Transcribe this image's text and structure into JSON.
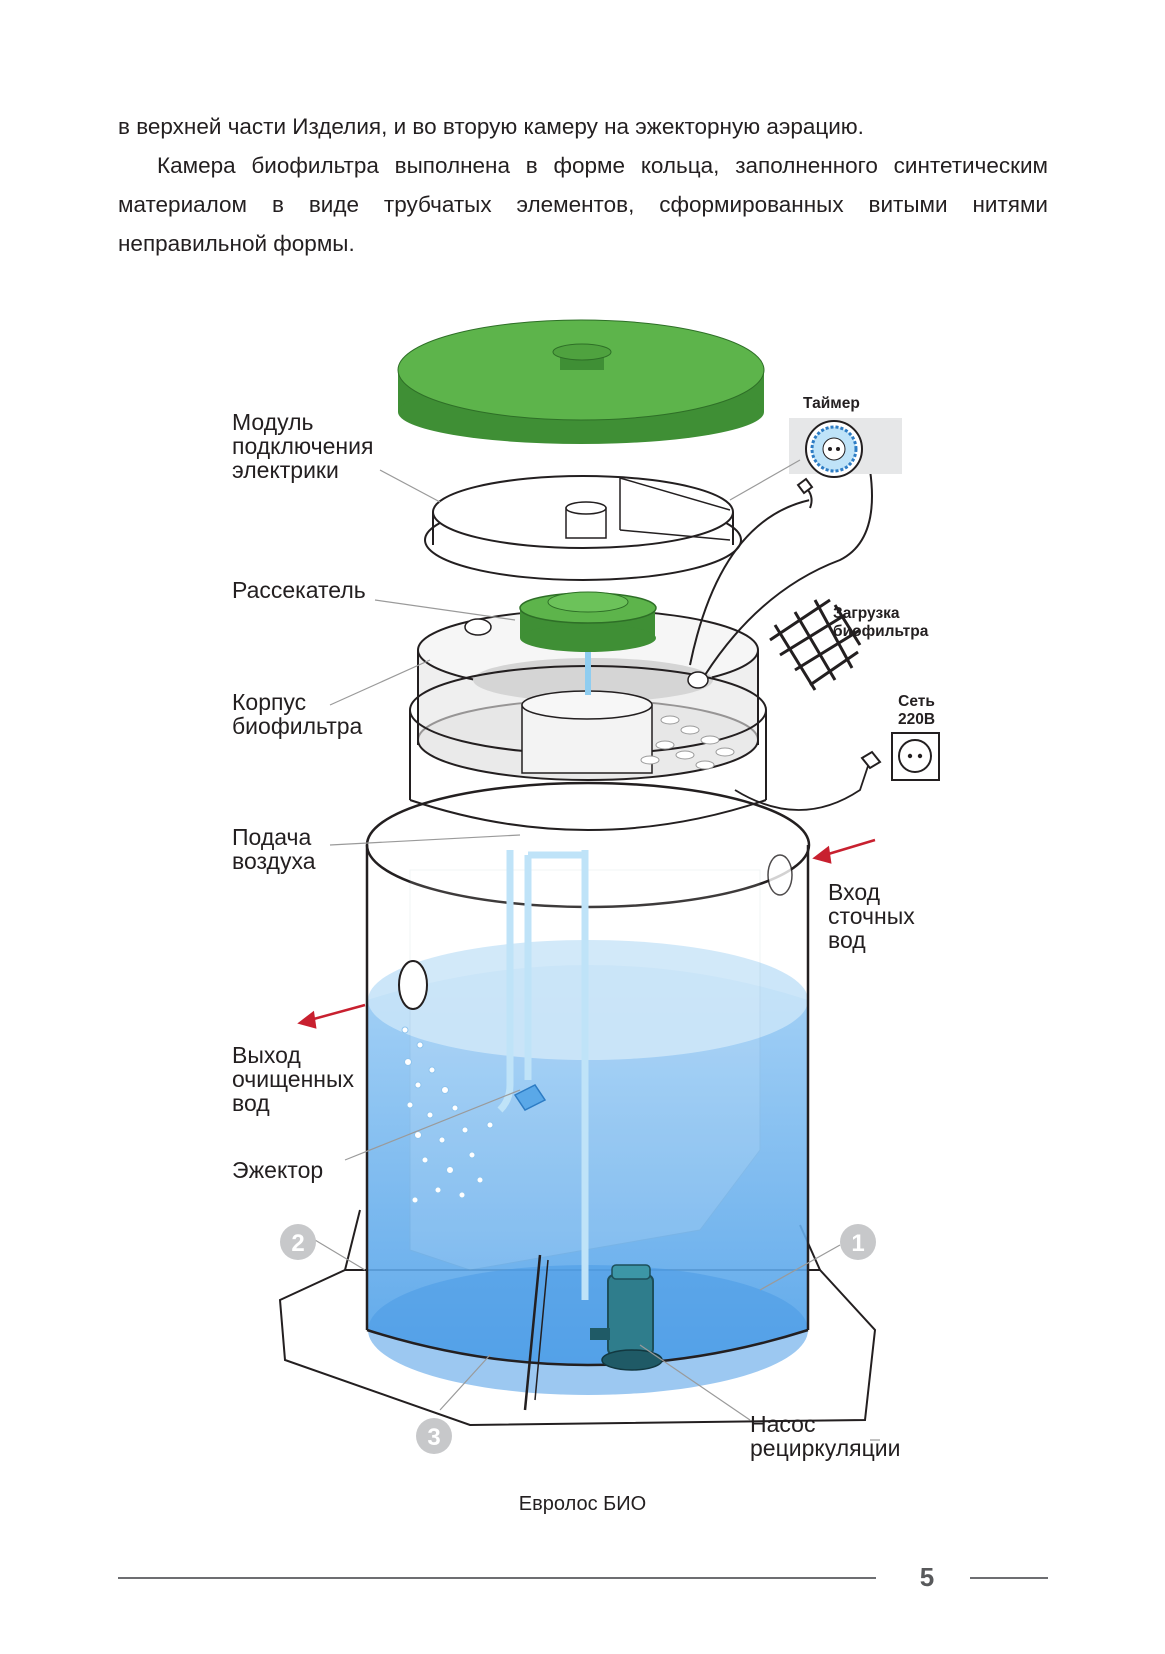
{
  "paragraphs": [
    "в верхней части Изделия, и во вторую камеру на эжекторную аэрацию.",
    "Камера биофильтра выполнена в форме кольца, заполненного синтетическим материалом в виде трубчатых элементов, сформированных витыми нитями неправильной формы."
  ],
  "labels": {
    "module": "Модуль\nподключения\nэлектрики",
    "splitter": "Рассекатель",
    "biofilter_body": "Корпус\nбиофильтра",
    "air_supply": "Подача\nвоздуха",
    "outlet": "Выход\nочищенных\nвод",
    "ejector": "Эжектор",
    "inlet": "Вход\nсточных\nвод",
    "pump": "Насос\nрециркуляции",
    "timer": "Таймер",
    "loading": "Загрузка\nбиофильтра",
    "mains": "Сеть\n220В"
  },
  "markers": [
    "1",
    "2",
    "3"
  ],
  "caption": "Евролос БИО",
  "page_number": "5",
  "colors": {
    "lid_green": "#5db44b",
    "lid_dark": "#3f8f35",
    "water": "#64aef0",
    "water_light": "#a9d4f6",
    "pump": "#2f7d8c",
    "arrow_red": "#c8202f",
    "marker_gray": "#c7c8ca"
  }
}
